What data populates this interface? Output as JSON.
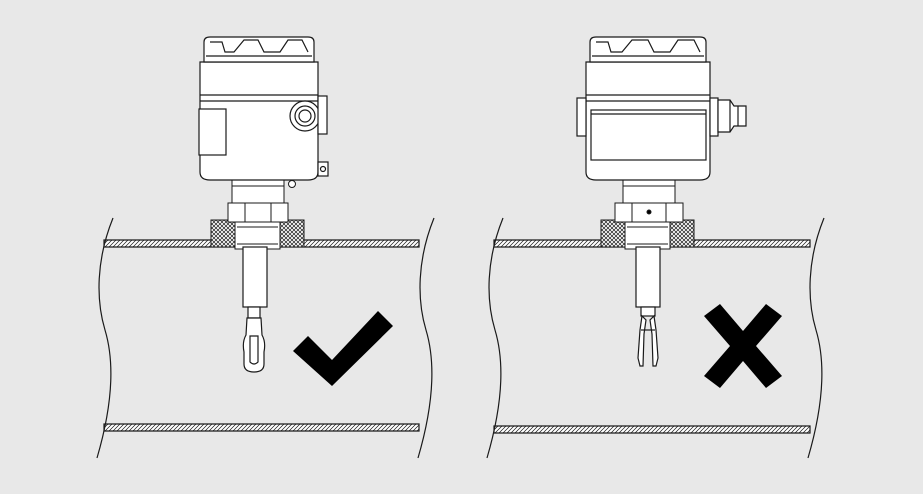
{
  "colors": {
    "background": "#e8e8e8",
    "line": "#1a1a1a",
    "device_fill": "#ffffff",
    "mark": "#000000"
  },
  "figure": {
    "panels": [
      {
        "id": "correct",
        "orientation": "blades-vertical",
        "verdict": "check-mark-icon"
      },
      {
        "id": "incorrect",
        "orientation": "blades-edge-on",
        "verdict": "cross-mark-icon"
      }
    ]
  }
}
